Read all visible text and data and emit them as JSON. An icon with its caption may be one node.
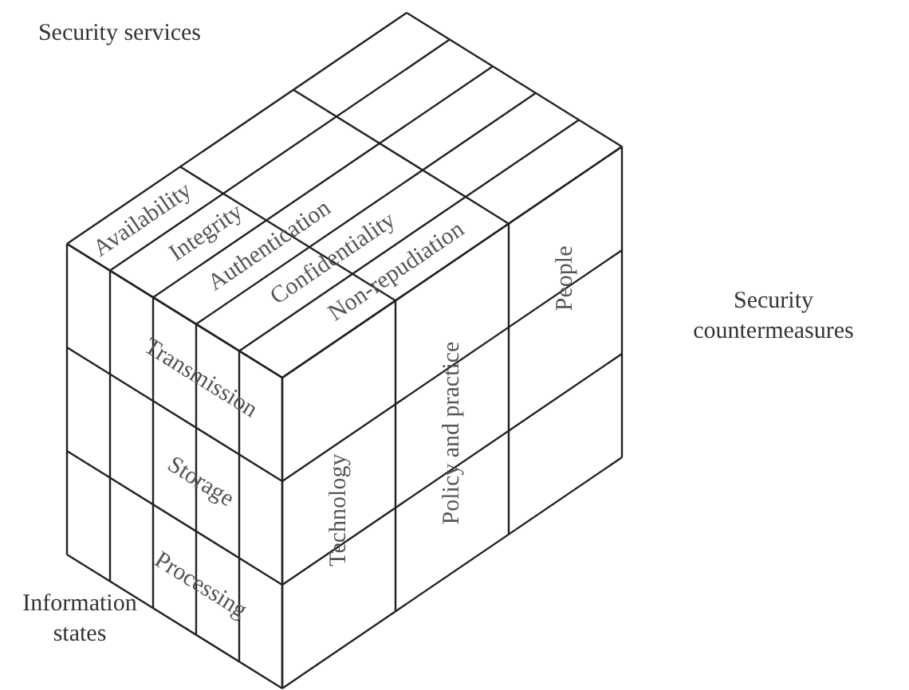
{
  "diagram": {
    "labels": [
      "Security services",
      "Availability",
      "Integrity",
      "Authentication",
      "Confidentiality",
      "Non-repudiation",
      "Security countermeasures",
      "Transmission",
      "Storage",
      "Processing",
      "Technology",
      "Policy and practice",
      "People",
      "Information states"
    ]
  }
}
